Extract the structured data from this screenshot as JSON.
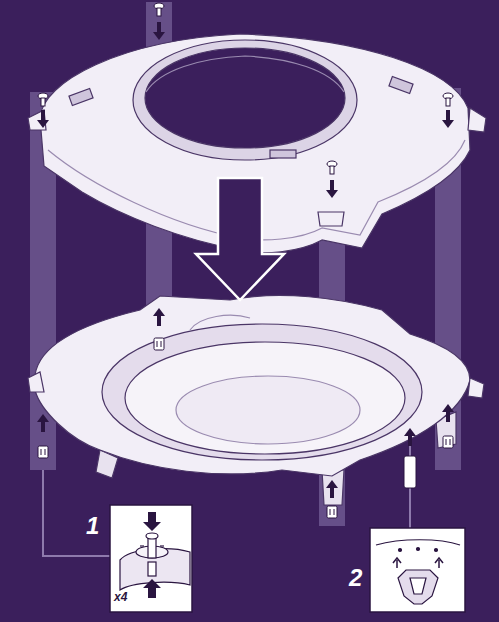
{
  "diagram": {
    "labels": [
      "1",
      "x4",
      "2"
    ]
  }
}
